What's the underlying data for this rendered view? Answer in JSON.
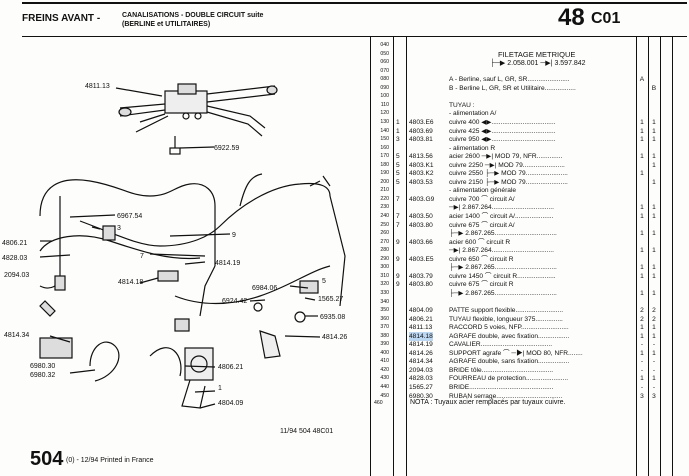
{
  "header": {
    "title": "FREINS AVANT -",
    "subtitle_1": "CANALISATIONS - DOUBLE CIRCUIT suite",
    "subtitle_2": "(BERLINE et UTILITAIRES)",
    "page_number": "48",
    "section_code": "C01"
  },
  "table": {
    "heading": "FILETAGE METRIQUE",
    "heading_range": "├─▶ 2.058.001 ─▶| 3.597.842",
    "rows": [
      {
        "ref": "040",
        "n": "",
        "part": "",
        "desc": "",
        "a": "",
        "b": ""
      },
      {
        "ref": "050",
        "n": "",
        "part": "",
        "desc": "",
        "a": "",
        "b": ""
      },
      {
        "ref": "060",
        "n": "",
        "part": "",
        "desc": "",
        "a": "",
        "b": ""
      },
      {
        "ref": "070",
        "n": "",
        "part": "",
        "desc": "",
        "a": "",
        "b": ""
      },
      {
        "ref": "080",
        "n": "",
        "part": "",
        "desc": "A - Berline, sauf L, GR, SR.......................",
        "a": "A",
        "b": ""
      },
      {
        "ref": "090",
        "n": "",
        "part": "",
        "desc": "B - Berline L, GR, SR et Utilitaire.................",
        "a": "",
        "b": "B"
      },
      {
        "ref": "100",
        "n": "",
        "part": "",
        "desc": "",
        "a": "",
        "b": ""
      },
      {
        "ref": "110",
        "n": "",
        "part": "",
        "desc": "TUYAU :",
        "a": "",
        "b": ""
      },
      {
        "ref": "120",
        "n": "",
        "part": "",
        "desc": "- alimentation A/",
        "a": "",
        "b": ""
      },
      {
        "ref": "130",
        "n": "1",
        "part": "4803.E6",
        "desc": "cuivre 400 ◀▶...................................",
        "a": "1",
        "b": "1"
      },
      {
        "ref": "140",
        "n": "1",
        "part": "4803.69",
        "desc": "cuivre 425 ◀▶...................................",
        "a": "1",
        "b": "1"
      },
      {
        "ref": "150",
        "n": "3",
        "part": "4803.81",
        "desc": "cuivre 950 ◀▶...................................",
        "a": "1",
        "b": "1"
      },
      {
        "ref": "160",
        "n": "",
        "part": "",
        "desc": "- alimentation R",
        "a": "",
        "b": ""
      },
      {
        "ref": "170",
        "n": "5",
        "part": "4813.56",
        "desc": "acier 2600 ─▶| MOD 79, NFR..............",
        "a": "1",
        "b": "1"
      },
      {
        "ref": "180",
        "n": "5",
        "part": "4803.K1",
        "desc": "cuivre 2250 ─▶| MOD 79.......................",
        "a": "",
        "b": "1"
      },
      {
        "ref": "190",
        "n": "5",
        "part": "4803.K2",
        "desc": "cuivre 2550 ├─▶ MOD 79.......................",
        "a": "1",
        "b": ""
      },
      {
        "ref": "200",
        "n": "5",
        "part": "4803.53",
        "desc": "cuivre 2150 ├─▶ MOD 79.......................",
        "a": "",
        "b": "1"
      },
      {
        "ref": "210",
        "n": "",
        "part": "",
        "desc": "- alimentation générale",
        "a": "",
        "b": ""
      },
      {
        "ref": "220",
        "n": "7",
        "part": "4803.G9",
        "desc": "cuivre 700 ⌒ circuit A/",
        "a": "",
        "b": ""
      },
      {
        "ref": "230",
        "n": "",
        "part": "",
        "desc": "─▶| 2.867.264..................................",
        "a": "1",
        "b": "1"
      },
      {
        "ref": "240",
        "n": "7",
        "part": "4803.50",
        "desc": "acier 1400 ⌒ circuit A/.....................",
        "a": "1",
        "b": "1"
      },
      {
        "ref": "250",
        "n": "7",
        "part": "4803.80",
        "desc": "cuivre 675 ⌒ circuit A/",
        "a": "",
        "b": ""
      },
      {
        "ref": "260",
        "n": "",
        "part": "",
        "desc": "├─▶ 2.867.265..................................",
        "a": "1",
        "b": "1"
      },
      {
        "ref": "270",
        "n": "9",
        "part": "4803.66",
        "desc": "acier 600 ⌒ circuit R",
        "a": "",
        "b": ""
      },
      {
        "ref": "280",
        "n": "",
        "part": "",
        "desc": "─▶| 2.867.264..................................",
        "a": "1",
        "b": "1"
      },
      {
        "ref": "290",
        "n": "9",
        "part": "4803.E5",
        "desc": "cuivre 650 ⌒ circuit R",
        "a": "",
        "b": ""
      },
      {
        "ref": "300",
        "n": "",
        "part": "",
        "desc": "├─▶ 2.867.265..................................",
        "a": "1",
        "b": "1"
      },
      {
        "ref": "310",
        "n": "9",
        "part": "4803.79",
        "desc": "cuivre 1450 ⌒ circuit R.....................",
        "a": "1",
        "b": "1"
      },
      {
        "ref": "320",
        "n": "9",
        "part": "4803.80",
        "desc": "cuivre 675 ⌒ circuit R",
        "a": "",
        "b": ""
      },
      {
        "ref": "330",
        "n": "",
        "part": "",
        "desc": "├─▶ 2.867.265..................................",
        "a": "1",
        "b": "1"
      },
      {
        "ref": "340",
        "n": "",
        "part": "",
        "desc": "",
        "a": "",
        "b": ""
      },
      {
        "ref": "350",
        "n": "",
        "part": "4804.09",
        "desc": "PATTE support flexible..........................",
        "a": "2",
        "b": "2"
      },
      {
        "ref": "360",
        "n": "",
        "part": "4806.21",
        "desc": "TUYAU flexible, longueur 375...............",
        "a": "2",
        "b": "2"
      },
      {
        "ref": "370",
        "n": "",
        "part": "4811.13",
        "desc": "RACCORD 5 voies, NFP..........................",
        "a": "1",
        "b": "1"
      },
      {
        "ref": "380",
        "n": "",
        "part": "4814.18",
        "desc": "AGRAFE double, avec fixation.................",
        "a": "1",
        "b": "1",
        "highlight": true
      },
      {
        "ref": "390",
        "n": "",
        "part": "4814.19",
        "desc": "CAVALIER.......................................",
        "a": "-",
        "b": "-"
      },
      {
        "ref": "400",
        "n": "",
        "part": "4814.26",
        "desc": "SUPPORT agrafe ⌒ ─▶| MOD 80, NFR........",
        "a": "1",
        "b": "1"
      },
      {
        "ref": "410",
        "n": "",
        "part": "4814.34",
        "desc": "AGRAFE double, sans fixation.................",
        "a": "-",
        "b": "-"
      },
      {
        "ref": "420",
        "n": "",
        "part": "2094.03",
        "desc": "BRIDE tôle.......................................",
        "a": "-",
        "b": "-"
      },
      {
        "ref": "430",
        "n": "",
        "part": "4828.03",
        "desc": "FOURREAU de protection.......................",
        "a": "1",
        "b": "1"
      },
      {
        "ref": "440",
        "n": "",
        "part": "1565.27",
        "desc": "BRIDE..............................................",
        "a": "-",
        "b": "-"
      },
      {
        "ref": "450",
        "n": "",
        "part": "6980.30",
        "desc": "RUBAN serrage....................................",
        "a": "3",
        "b": "3"
      }
    ],
    "last_ref": "460",
    "note": "NOTA : Tuyaux acier remplacés par tuyaux cuivre."
  },
  "diagram": {
    "labels": {
      "l4811": "4811.13",
      "l6922": "6922.59",
      "l6967": "6967.54",
      "l3": "3",
      "l9": "9",
      "l7": "7",
      "l4806a": "4806.21",
      "l4828": "4828.03",
      "l2094": "2094.03",
      "l4814_18": "4814.18",
      "l4814_19": "4814.19",
      "l6984": "6984.06",
      "l5": "5",
      "l6924": "6924.42",
      "l1565": "1565.27",
      "l6935": "6935.08",
      "l4814_26": "4814.26",
      "l4814_34": "4814.34",
      "l6980a": "6980.30",
      "l6980b": "6980.32",
      "l4806b": "4806.21",
      "l1": "1",
      "l4804": "4804.09"
    }
  },
  "footer": {
    "code": "11/94  504  48C01",
    "page_big": "504",
    "page_small": "(0) - 12/94 Printed in France"
  }
}
